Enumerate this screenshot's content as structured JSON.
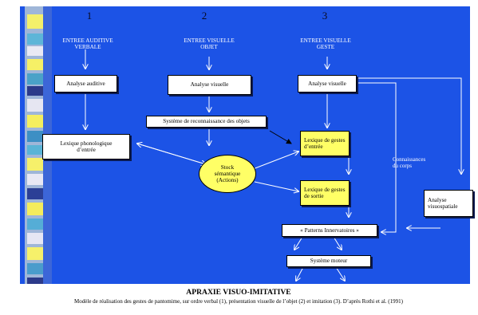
{
  "colors": {
    "background": "#1c53e6",
    "highlight": "#ffff66",
    "box": "#ffffff"
  },
  "columns": [
    {
      "number": "1",
      "header": [
        "ENTREE AUDITIVE",
        "VERBALE"
      ]
    },
    {
      "number": "2",
      "header": [
        "ENTREE VISUELLE",
        "OBJET"
      ]
    },
    {
      "number": "3",
      "header": [
        "ENTREE VISUELLE",
        "GESTE"
      ]
    }
  ],
  "nodes": {
    "analyse_auditive": "Analyse auditive",
    "analyse_visuelle_2": "Analyse visuelle",
    "analyse_visuelle_3": "Analyse visuelle",
    "systeme_reconnaissance": "Système de reconnaissance des objets",
    "lexique_phonologique": [
      "Lexique phonologique",
      "d’entrée"
    ],
    "lexique_gestes_entree": [
      "Lexique de gestes",
      "d’entrée"
    ],
    "stock_semantique": [
      "Stock",
      "sémantique",
      "(Actions)"
    ],
    "lexique_gestes_sortie": [
      "Lexique de gestes",
      "de sortie"
    ],
    "connaissances_corps": [
      "Connaissances",
      "du corps"
    ],
    "analyse_visuospatiale": [
      "Analyse",
      "visuospatiale"
    ],
    "patterns_innervatoires": "« Patterns Innervatoires »",
    "systeme_moteur": "Système moteur"
  },
  "caption": {
    "title": "APRAXIE VISUO-IMITATIVE",
    "subtitle": "Modèle de réalisation des gestes de pantomime, sur ordre verbal (1), présentation visuelle de l’objet (2) et imitation (3). D’après Rothi et al. (1991)"
  }
}
